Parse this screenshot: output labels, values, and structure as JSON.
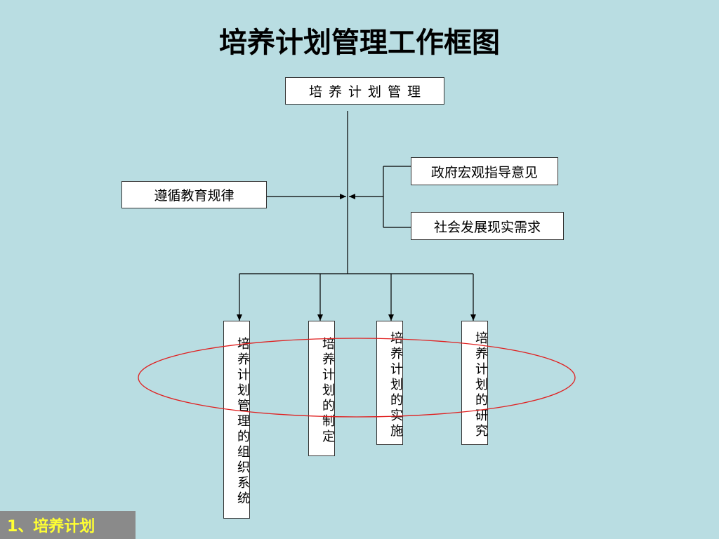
{
  "title": "培养计划管理工作框图",
  "root": "培养计划管理",
  "left_input": "遵循教育规律",
  "right_inputs": [
    "政府宏观指导意见",
    "社会发展现实需求"
  ],
  "branches": [
    "培养计划管理的组织系统",
    "培养计划的制定",
    "培养计划的实施",
    "培养计划的研究"
  ],
  "footer": "1、培养计划",
  "colors": {
    "background": "#b9dde2",
    "ellipse": "#e02020",
    "footer_bg": "#8a8a8a",
    "footer_text": "#ffff33"
  }
}
